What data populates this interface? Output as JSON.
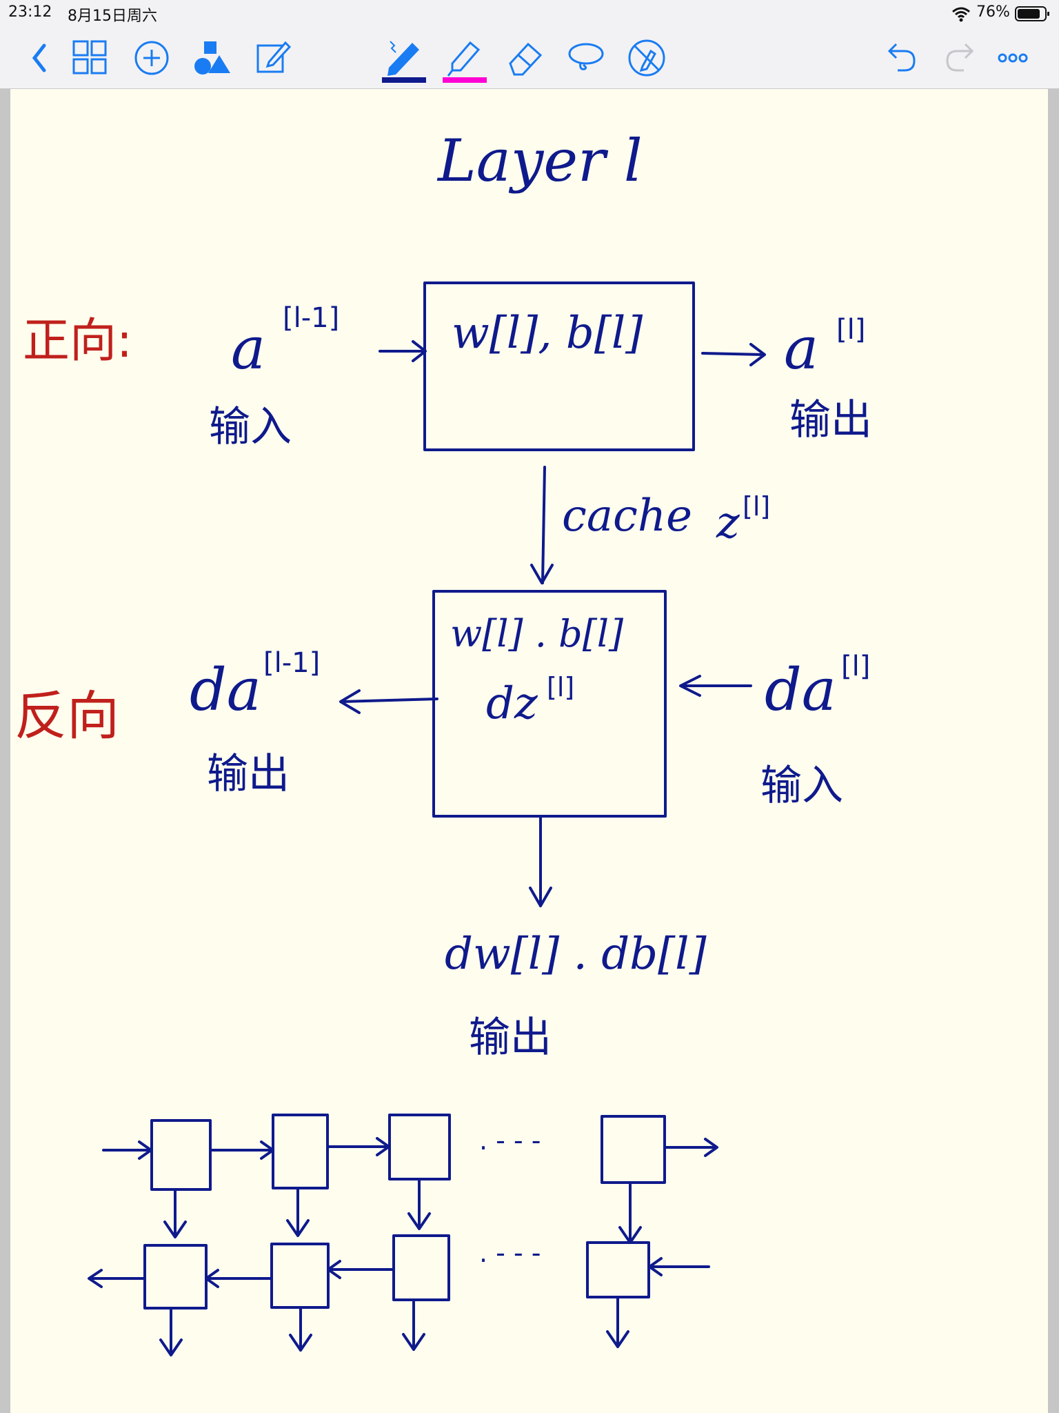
{
  "status_bar": {
    "time": "23:12",
    "date": "8月15日周六",
    "battery": "76%",
    "icons": [
      "wifi-icon",
      "battery-icon"
    ]
  },
  "toolbar": {
    "left_tools": [
      "back-icon",
      "grid-icon",
      "add-page-icon",
      "shapes-icon",
      "edit-icon"
    ],
    "center_tools": [
      "pen-icon",
      "highlighter-icon",
      "eraser-icon",
      "lasso-icon",
      "no-touch-icon"
    ],
    "right_tools": [
      "undo-icon",
      "redo-icon",
      "more-icon"
    ],
    "pen_color": "#0f1a8c",
    "highlighter_color": "#ff00d4"
  },
  "colors": {
    "ink": "#0f1a8c",
    "red_ink": "#c0201c",
    "paper": "#fefdee"
  },
  "note": {
    "title": "Layer l",
    "forward": {
      "label": "正向:",
      "input_var": "a",
      "input_sup": "[l-1]",
      "input_label": "输入",
      "box_text": "w[l], b[l]",
      "output_var": "a",
      "output_sup": "[l]",
      "output_label": "输出"
    },
    "cache": {
      "text": "cache",
      "var": "z",
      "sup": "[l]"
    },
    "backward": {
      "label": "反向",
      "out_var": "da",
      "out_sup": "[l-1]",
      "out_label": "输出",
      "box_line1": "w[l] . b[l]",
      "box_line2_var": "dz",
      "box_line2_sup": "[l]",
      "in_var": "da",
      "in_sup": "[l]",
      "in_label": "输入",
      "grad_text": "dw[l] . db[l]",
      "grad_label": "输出"
    },
    "chain": {
      "ellipsis_top": ". - - -",
      "ellipsis_bottom": ". - - -"
    }
  }
}
